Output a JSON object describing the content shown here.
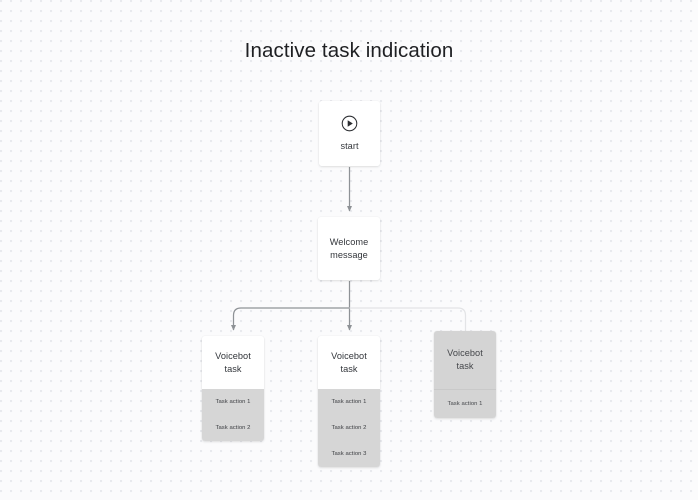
{
  "page": {
    "title": "Inactive task indication",
    "background": "#fbfbfc",
    "dot_color": "#e8e9ed"
  },
  "colors": {
    "text_dark": "#1f2023",
    "node_white": "#ffffff",
    "node_grey_body": "#d6d6d6",
    "node_inactive": "#d4d4d4",
    "connector_active": "#8e9296",
    "connector_inactive": "#e3e4e6"
  },
  "nodes": {
    "start": {
      "icon": "play-circle-icon",
      "label": "start"
    },
    "welcome": {
      "line1": "Welcome",
      "line2": "message"
    },
    "task1": {
      "line1": "Voicebot",
      "line2": "task",
      "actions": [
        "Task action 1",
        "Task action 2"
      ],
      "state": "active"
    },
    "task2": {
      "line1": "Voicebot",
      "line2": "task",
      "actions": [
        "Task action 1",
        "Task action 2",
        "Task action 3"
      ],
      "state": "active"
    },
    "task3": {
      "line1": "Voicebot",
      "line2": "task",
      "actions": [
        "Task action 1"
      ],
      "state": "inactive"
    }
  },
  "connectors": [
    {
      "name": "start-to-welcome",
      "from": "start",
      "to": "welcome",
      "arrow": true,
      "active": true
    },
    {
      "name": "welcome-to-task1",
      "from": "welcome",
      "to": "task1",
      "arrow": true,
      "active": true
    },
    {
      "name": "welcome-to-task2",
      "from": "welcome",
      "to": "task2",
      "arrow": true,
      "active": true
    },
    {
      "name": "welcome-to-task3",
      "from": "welcome",
      "to": "task3",
      "arrow": false,
      "active": false
    }
  ]
}
